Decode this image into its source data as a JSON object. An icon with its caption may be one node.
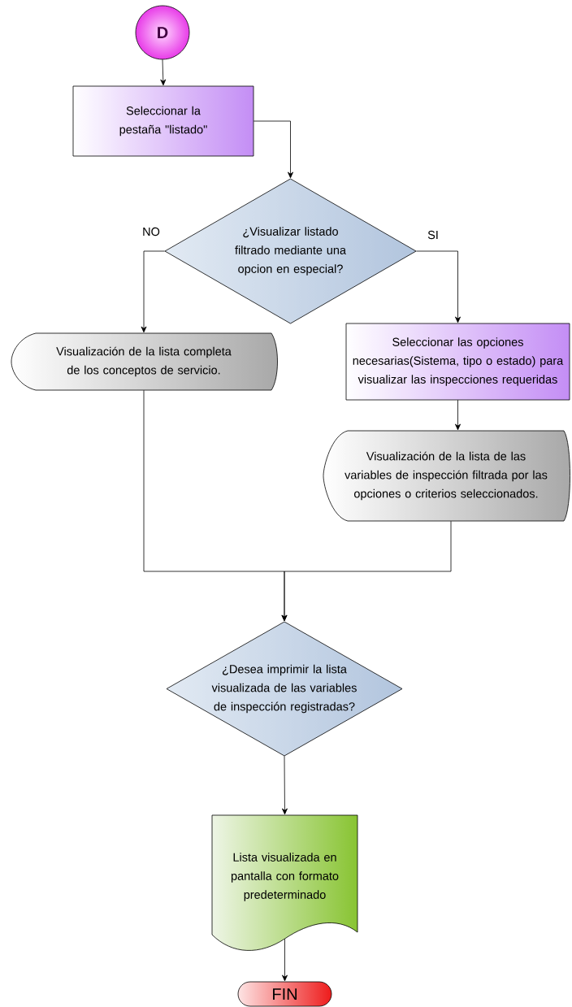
{
  "diagram": {
    "nodes": [
      {
        "text": [
          "D"
        ]
      },
      {
        "text": [
          "Seleccionar la pestaña \"listado\""
        ]
      },
      {
        "text": [
          "¿Visualizar listado filtrado mediante una opcion en especial?"
        ]
      },
      {
        "text": [
          "Visualización de la lista completa de los conceptos de servicio."
        ]
      },
      {
        "text": [
          "Seleccionar las opciones necesarias(Sistema, tipo o estado) para visualizar las inspecciones requeridas"
        ]
      },
      {
        "text": [
          "Visualización de la lista de las variables de inspección filtrada por las opciones o criterios seleccionados."
        ]
      },
      {
        "text": [
          "¿Desea imprimir la lista visualizada de las variables de inspección registradas?"
        ]
      },
      {
        "text": [
          "Lista visualizada en pantalla con formato predeterminado"
        ]
      },
      {
        "text": [
          "FIN"
        ]
      }
    ],
    "edges": [
      {
        "from": 0,
        "to": 1,
        "arrow": "to"
      },
      {
        "from": 1,
        "to": 2,
        "arrow": "to"
      },
      {
        "from": 2,
        "to": 3,
        "arrow": "to",
        "label": "NO"
      },
      {
        "from": 2,
        "to": 4,
        "arrow": "to",
        "label": "SI"
      },
      {
        "from": 4,
        "to": 5,
        "arrow": "to"
      },
      {
        "from": 3,
        "to": 6,
        "arrow": "to"
      },
      {
        "from": 5,
        "to": 6,
        "arrow": "to"
      },
      {
        "from": 6,
        "to": 7,
        "arrow": "to"
      },
      {
        "from": 7,
        "to": 8,
        "arrow": "to"
      }
    ]
  }
}
